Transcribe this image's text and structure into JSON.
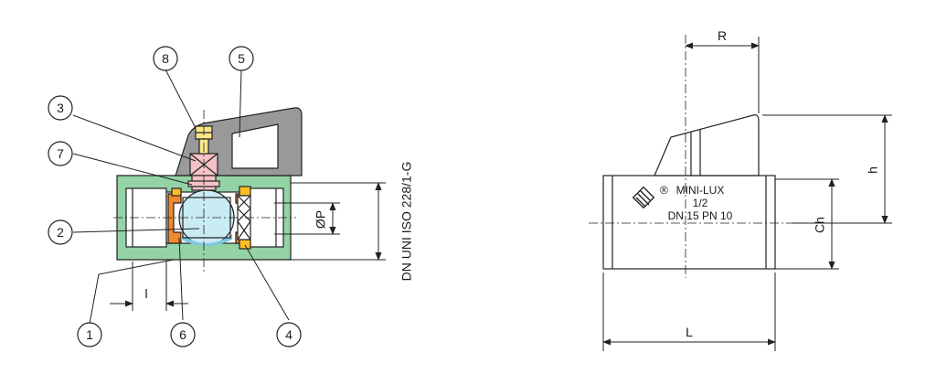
{
  "section_view": {
    "callouts": [
      "1",
      "2",
      "3",
      "4",
      "5",
      "6",
      "7",
      "8"
    ],
    "dim_l": "l",
    "dim_p": "ØP",
    "dim_dn": "DN UNI ISO 228/1-G"
  },
  "side_view": {
    "dim_r": "R",
    "dim_h": "h",
    "dim_ch": "Ch",
    "dim_L": "L",
    "marking": {
      "registered": "®",
      "name": "MINI-LUX",
      "size": "1/2",
      "rating": "DN 15 PN 10"
    }
  },
  "colors": {
    "body": "#93d3a6",
    "handle": "#999999",
    "stem": "#f4c2c8",
    "screw": "#fde68a",
    "seat": "#f08a2c",
    "ring": "#fbbf24",
    "ball_fill": "#c9ebf3",
    "ball_water": "#7fc7e2",
    "stroke": "#222222"
  }
}
